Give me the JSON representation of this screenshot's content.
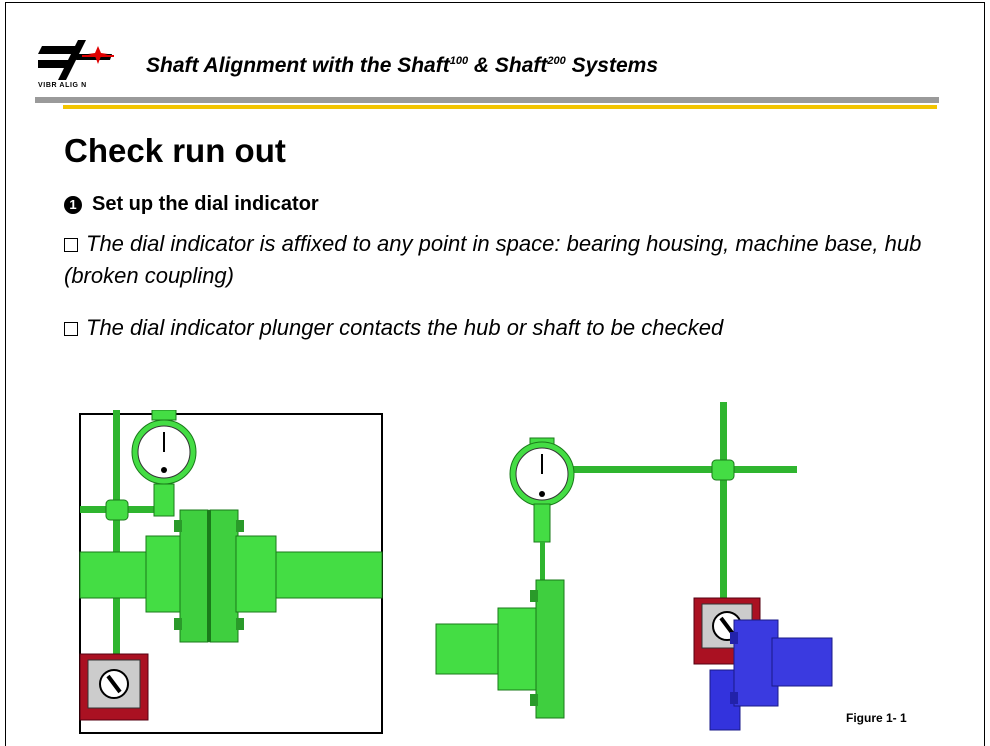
{
  "header": {
    "logo_text": "VIBR ALIG N",
    "title_part1": "Shaft Alignment with the Shaft",
    "sup1": "100",
    "title_part2": " & Shaft",
    "sup2": "200",
    "title_part3": " Systems"
  },
  "content": {
    "heading": "Check run out",
    "step_number": "1",
    "step_label": "Set up the dial indicator",
    "bullets": [
      "The dial indicator is affixed to any point in space:  bearing housing, machine base, hub (broken coupling)",
      "The dial indicator plunger contacts the hub or shaft to be checked"
    ],
    "figure_caption": "Figure 1- 1"
  },
  "colors": {
    "shaft_green": "#33cc33",
    "shaft_blue": "#3333dd",
    "base_red": "#aa1122",
    "rule_grey": "#9a9a9a",
    "rule_yellow": "#f2c400"
  }
}
